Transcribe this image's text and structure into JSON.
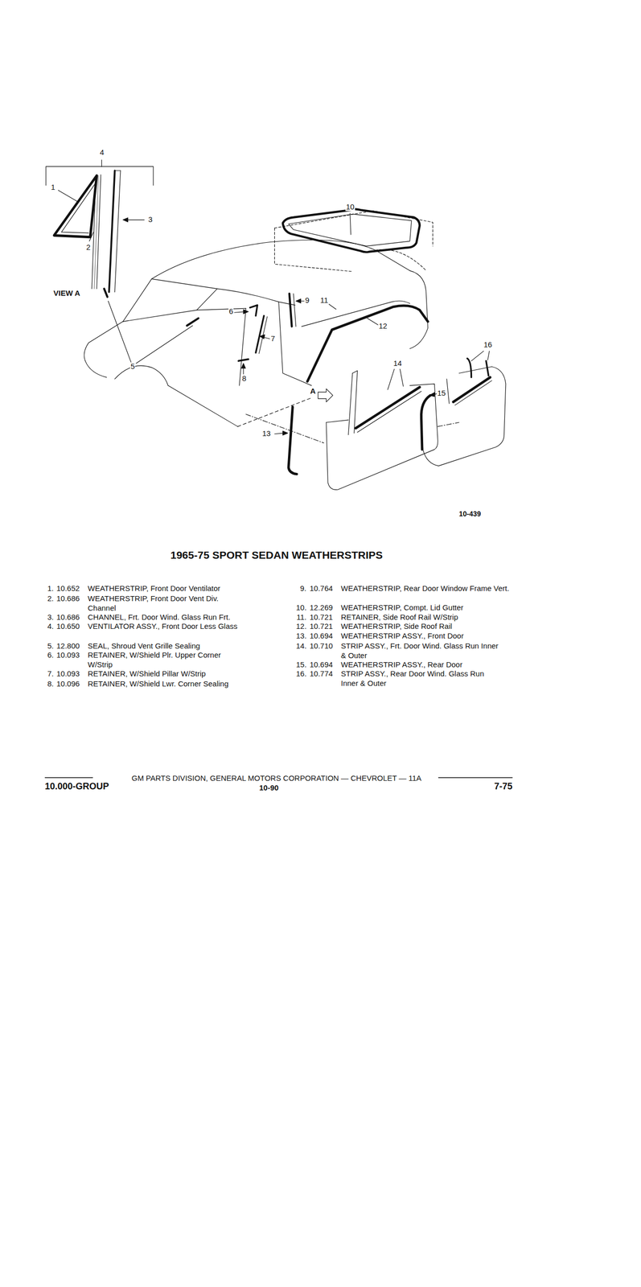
{
  "diagram": {
    "title": "1965-75 SPORT SEDAN WEATHERSTRIPS",
    "labels": [
      "4",
      "1",
      "3",
      "2",
      "VIEW A",
      "10",
      "9",
      "11",
      "6",
      "7",
      "12",
      "5",
      "8",
      "14",
      "16",
      "A",
      "15",
      "13",
      "10-439",
      "1.",
      "10.652",
      "WEATHERSTRIP, Front Door Ventilator",
      "2.",
      "10.686",
      "WEATHERSTRIP, Front Door Vent Div. Channel",
      "3.",
      "10.686",
      "CHANNEL, Frt. Door Wind. Glass Run Frt.",
      "4.",
      "10.650",
      "VENTILATOR ASSY., Front Door Less Glass",
      "5.",
      "12.800",
      "SEAL, Shroud Vent Grille Sealing",
      "6.",
      "10.093",
      "RETAINER, W/Shield Plr. Upper Corner W/Strip",
      "7.",
      "10.093",
      "RETAINER, W/Shield Pillar W/Strip",
      "8.",
      "10.096",
      "RETAINER, W/Shield Lwr. Corner Sealing",
      "9.",
      "10.764",
      "WEATHERSTRIP, Rear Door Window Frame Vert.",
      "10.",
      "12.269",
      "WEATHERSTRIP, Compt. Lid Gutter",
      "11.",
      "10.721",
      "RETAINER, Side Roof Rail W/Strip",
      "12.",
      "10.721",
      "WEATHERSTRIP, Side Roof Rail",
      "13.",
      "10.694",
      "WEATHERSTRIP ASSY., Front Door",
      "14.",
      "10.710",
      "STRIP ASSY., Frt. Door Wind. Glass Run Inner & Outer",
      "15.",
      "10.694",
      "WEATHERSTRIP ASSY., Rear Door",
      "16.",
      "10.774",
      "STRIP ASSY., Rear Door Wind. Glass Run Inner & Outer",
      "GM PARTS DIVISION, GENERAL MOTORS CORPORATION — CHEVROLET — 11A",
      "10.000-GROUP",
      "10-90",
      "7-75"
    ]
  }
}
